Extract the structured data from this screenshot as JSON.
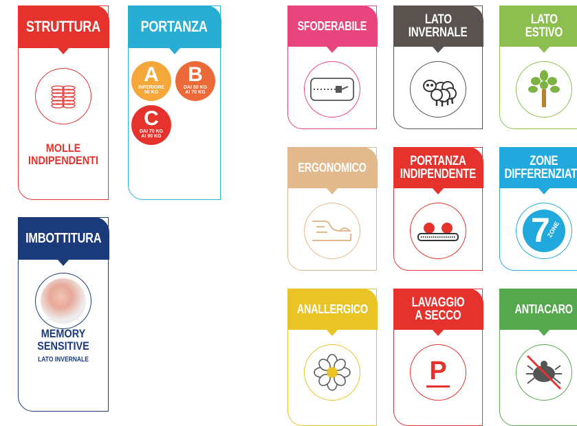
{
  "colors": {
    "struttura": "#e5322d",
    "portanza": "#28aed4",
    "imbottitura": "#1a3a7a",
    "sfoderabile": "#e8457f",
    "lato_invernale": "#5a524e",
    "lato_estivo": "#8cbf4f",
    "ergonomico": "#e2b98c",
    "portanza_ind": "#e5322d",
    "zone": "#21a9de",
    "anallergico": "#e8c426",
    "lavaggio": "#e5322d",
    "antiacaro": "#55a84e",
    "badge_a": "#f4a83a",
    "badge_b": "#ec6a3a",
    "badge_c": "#e5322d"
  },
  "cards": {
    "struttura": {
      "title": "STRUTTURA",
      "caption_line1": "MOLLE",
      "caption_line2": "INDIPENDENTI",
      "icon": "pocket-springs-icon"
    },
    "portanza": {
      "title": "PORTANZA",
      "badges": [
        {
          "letter": "A",
          "line1": "INFERIORE",
          "line2": "50 KG"
        },
        {
          "letter": "B",
          "line1": "DAI 50 KG",
          "line2": "AI 70 KG"
        },
        {
          "letter": "C",
          "line1": "DAI 70 KG",
          "line2": "AI 90 KG"
        }
      ]
    },
    "imbottitura": {
      "title": "IMBOTTITURA",
      "caption_line1": "MEMORY",
      "caption_line2": "SENSITIVE",
      "caption_small": "LATO INVERNALE",
      "icon": "memory-foam-photo-icon"
    },
    "sfoderabile": {
      "title": "SFODERABILE",
      "icon": "zipper-icon"
    },
    "lato_invernale": {
      "title_line1": "LATO",
      "title_line2": "INVERNALE",
      "icon": "sheep-icon"
    },
    "lato_estivo": {
      "title_line1": "LATO",
      "title_line2": "ESTIVO",
      "icon": "tree-icon"
    },
    "ergonomico": {
      "title": "ERGONOMICO",
      "icon": "body-contour-icon"
    },
    "portanza_ind": {
      "title_line1": "PORTANZA",
      "title_line2": "INDIPENDENTE",
      "icon": "independent-support-icon"
    },
    "zone": {
      "title_line1": "ZONE",
      "title_line2": "DIFFERENZIATE",
      "icon_number": "7",
      "icon_text": "ZONE",
      "icon": "seven-zones-icon"
    },
    "anallergico": {
      "title": "ANALLERGICO",
      "icon": "daisy-icon"
    },
    "lavaggio": {
      "title_line1": "LAVAGGIO",
      "title_line2": "A SECCO",
      "icon_letter": "P",
      "icon": "dry-clean-icon"
    },
    "antiacaro": {
      "title": "ANTIACARO",
      "icon": "no-mite-icon"
    }
  }
}
